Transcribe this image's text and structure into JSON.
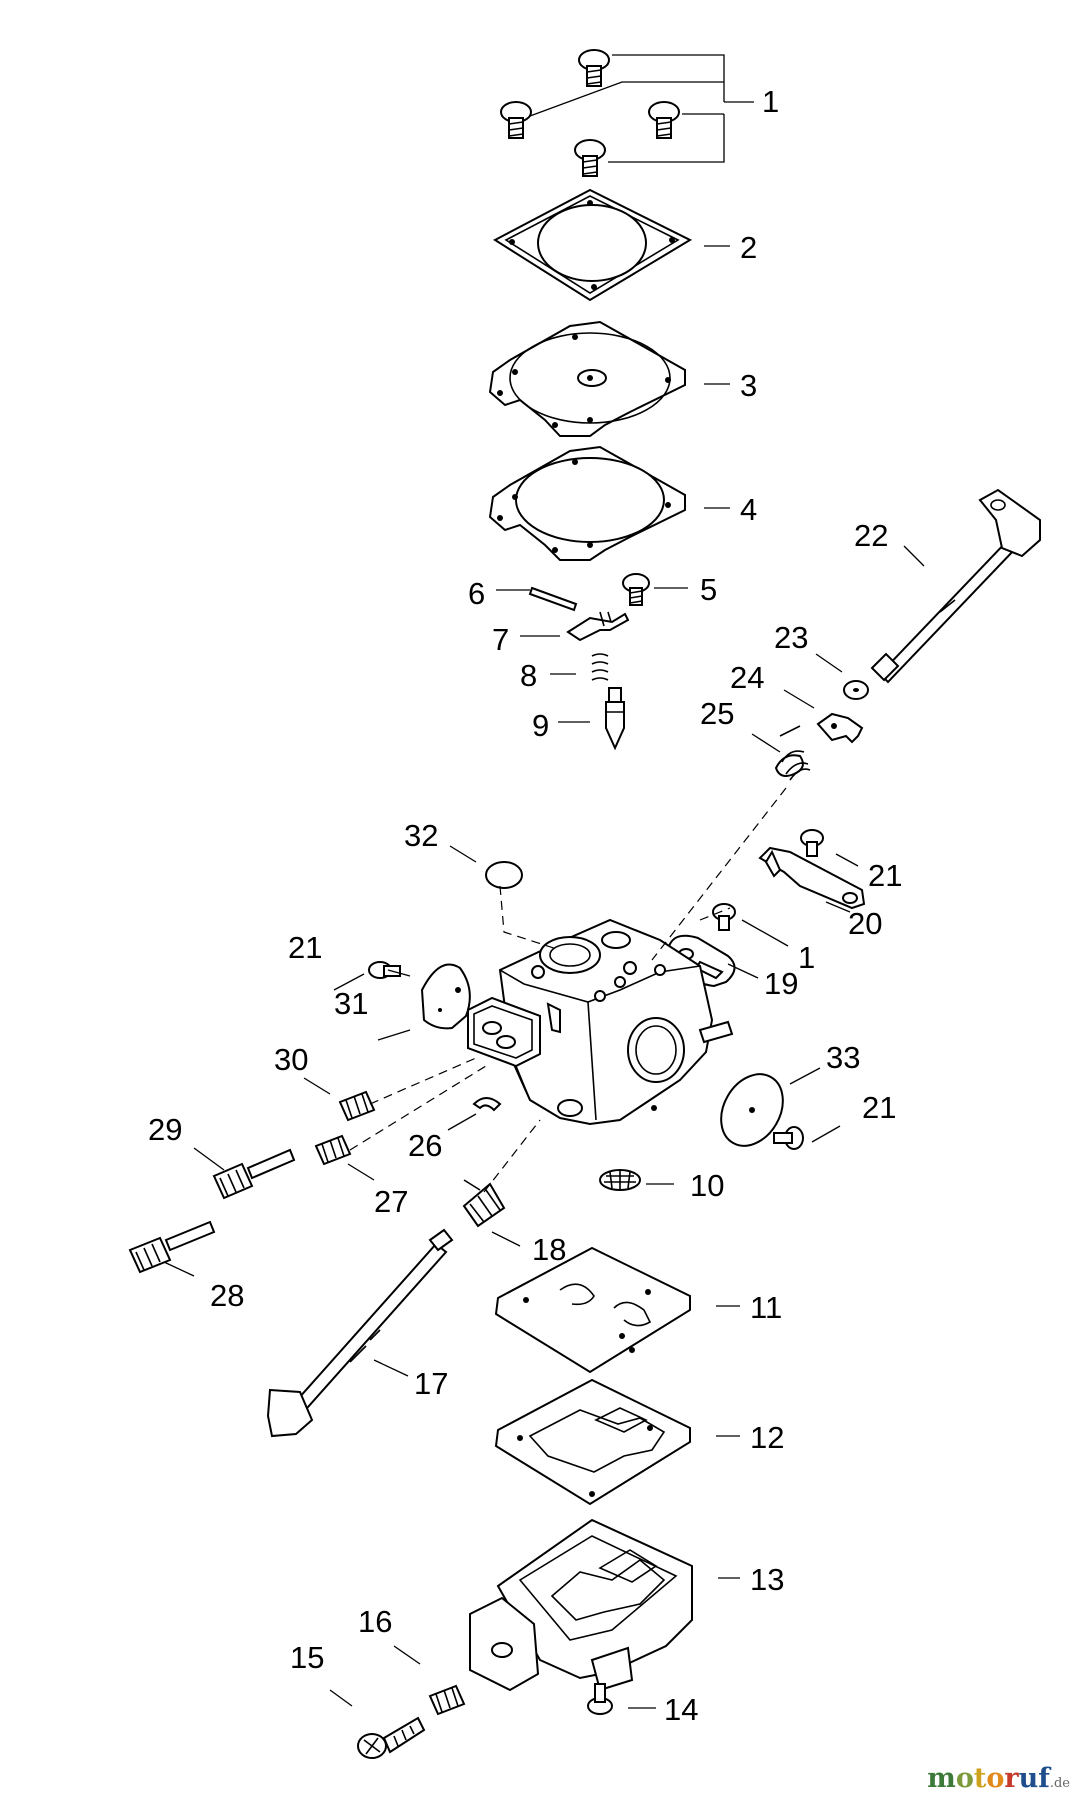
{
  "callouts": [
    "1",
    "2",
    "3",
    "4",
    "5",
    "6",
    "7",
    "8",
    "9",
    "10",
    "11",
    "12",
    "13",
    "14",
    "15",
    "16",
    "17",
    "18",
    "19",
    "20",
    "21",
    "22",
    "23",
    "24",
    "25",
    "26",
    "27",
    "28",
    "29",
    "30",
    "31",
    "32",
    "33"
  ],
  "watermark": {
    "letters": [
      "m",
      "o",
      "t",
      "o",
      "r",
      "u",
      "f"
    ],
    "letter_colors": [
      "#3d7a3a",
      "#7d9a3d",
      "#cfa21d",
      "#e08a1a",
      "#c53a2a",
      "#1e4f8c",
      "#1e4f8c"
    ],
    "suffix": ".de"
  }
}
